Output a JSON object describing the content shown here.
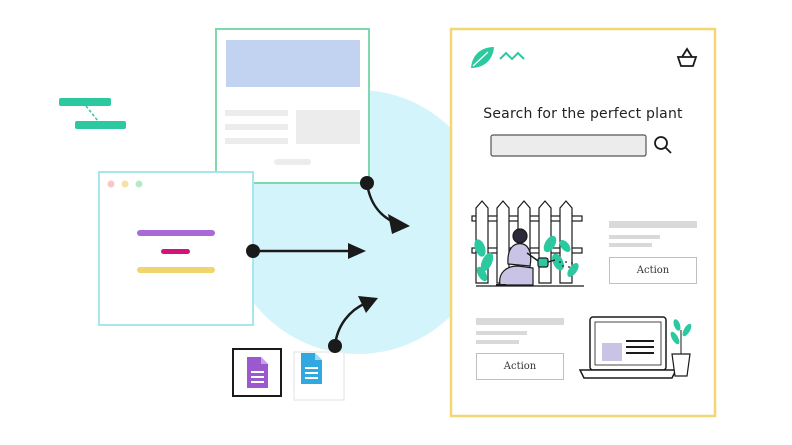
{
  "panel": {
    "search_title": "Search for the perfect plant",
    "search_value": "",
    "card1_action": "Action",
    "card2_action": "Action"
  },
  "icons": {
    "logo": "leaf-icon",
    "cart": "basket-icon",
    "search": "magnifier-icon",
    "doc_purple": "document-icon",
    "doc_blue": "document-icon"
  },
  "colors": {
    "blob": "#d4f4fb",
    "mint": "#2cc8a0",
    "wireframe_green": "#7fd8ad",
    "window_cyan": "#a6e6ef",
    "panel_yellow": "#f3d774",
    "purple": "#a86ad9",
    "magenta": "#d3137a",
    "yellow_bar": "#f2d46c",
    "blue_block": "#c1d3f1",
    "doc_purple": "#9b59d0",
    "doc_blue": "#32a8e0"
  }
}
